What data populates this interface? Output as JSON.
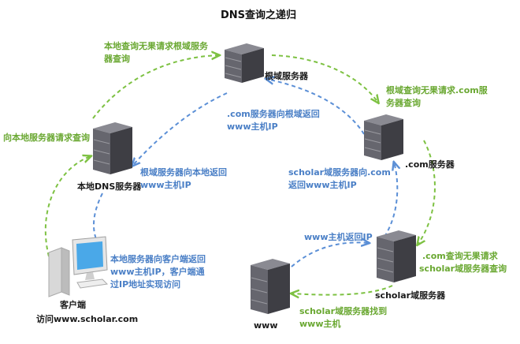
{
  "title": "DNS查询之递归",
  "nodes": {
    "root": "根域服务器",
    "com": ".com服务器",
    "local": "本地DNS服务器",
    "scholar": "scholar域服务器",
    "www": "www",
    "client": "客户端",
    "client_visit": "访问www.scholar.com"
  },
  "steps": {
    "client_to_local": "向本地服务器请求查询",
    "local_to_root": [
      "本地查询无果请求根域服务",
      "器查询"
    ],
    "root_to_com": [
      "根域查询无果请求.com服",
      "务器查询"
    ],
    "com_to_scholar": [
      ".com查询无果请求",
      "scholar域服务器查询"
    ],
    "scholar_to_www": [
      "scholar域服务器找到",
      "www主机"
    ],
    "www_to_scholar": "www主机返回IP",
    "scholar_to_com": [
      "scholar域服务器向.com",
      "返回www主机IP"
    ],
    "com_to_root": [
      ".com服务器向根域返回",
      "www主机IP"
    ],
    "root_to_local": [
      "根域服务器向本地返回",
      "www主机IP"
    ],
    "local_to_client": [
      "本地服务器向客户端返回",
      "www主机IP，客户端通",
      "过IP地址实现访问"
    ]
  },
  "colors": {
    "request": "#7dc142",
    "response": "#5b8fd6",
    "server": "#5f5f66"
  }
}
